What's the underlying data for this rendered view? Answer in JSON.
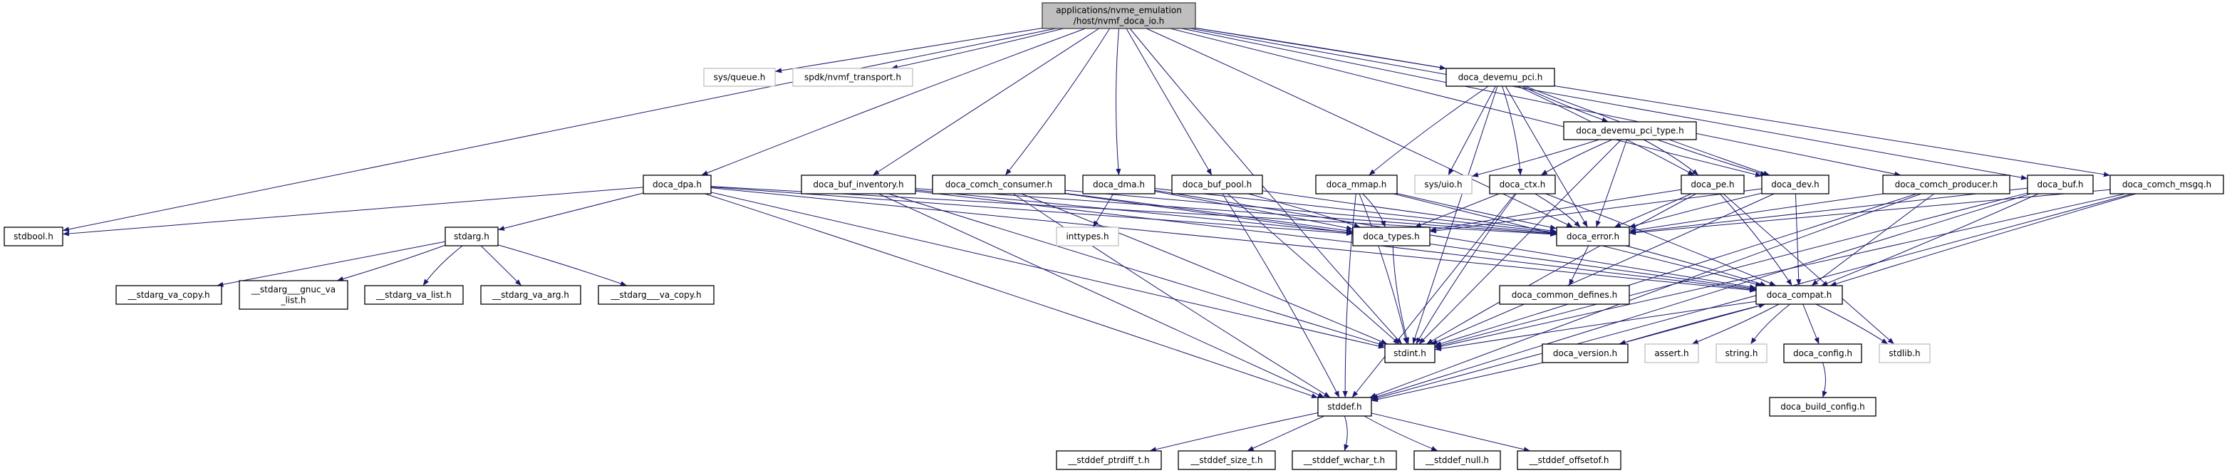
{
  "colors": {
    "edge": "#191970",
    "root_fill": "#bfbfbf",
    "missing_border": "#bfbfbf",
    "node_border": "#000000"
  },
  "nodes": [
    {
      "id": "root",
      "label": [
        "applications/nvme_emulation",
        "/host/nvmf_doca_io.h"
      ],
      "kind": "root"
    },
    {
      "id": "sys_queue",
      "label": [
        "sys/queue.h"
      ],
      "kind": "missing"
    },
    {
      "id": "spdk_nvmf_transport",
      "label": [
        "spdk/nvmf_transport.h"
      ],
      "kind": "missing"
    },
    {
      "id": "doca_devemu_pci",
      "label": [
        "doca_devemu_pci.h"
      ]
    },
    {
      "id": "doca_dpa",
      "label": [
        "doca_dpa.h"
      ]
    },
    {
      "id": "doca_buf_inventory",
      "label": [
        "doca_buf_inventory.h"
      ]
    },
    {
      "id": "doca_comch_consumer",
      "label": [
        "doca_comch_consumer.h"
      ]
    },
    {
      "id": "doca_dma",
      "label": [
        "doca_dma.h"
      ]
    },
    {
      "id": "doca_buf_pool",
      "label": [
        "doca_buf_pool.h"
      ]
    },
    {
      "id": "doca_mmap",
      "label": [
        "doca_mmap.h"
      ]
    },
    {
      "id": "sys_uio",
      "label": [
        "sys/uio.h"
      ],
      "kind": "missing"
    },
    {
      "id": "doca_devemu_pci_type",
      "label": [
        "doca_devemu_pci_type.h"
      ]
    },
    {
      "id": "doca_ctx",
      "label": [
        "doca_ctx.h"
      ]
    },
    {
      "id": "doca_pe",
      "label": [
        "doca_pe.h"
      ]
    },
    {
      "id": "doca_dev",
      "label": [
        "doca_dev.h"
      ]
    },
    {
      "id": "doca_comch_producer",
      "label": [
        "doca_comch_producer.h"
      ]
    },
    {
      "id": "doca_buf",
      "label": [
        "doca_buf.h"
      ]
    },
    {
      "id": "doca_comch_msgq",
      "label": [
        "doca_comch_msgq.h"
      ]
    },
    {
      "id": "stdbool",
      "label": [
        "stdbool.h"
      ]
    },
    {
      "id": "stdarg",
      "label": [
        "stdarg.h"
      ]
    },
    {
      "id": "inttypes",
      "label": [
        "inttypes.h"
      ],
      "kind": "missing"
    },
    {
      "id": "doca_types",
      "label": [
        "doca_types.h"
      ]
    },
    {
      "id": "doca_error",
      "label": [
        "doca_error.h"
      ]
    },
    {
      "id": "stdarg_va_copy",
      "label": [
        "__stdarg_va_copy.h"
      ]
    },
    {
      "id": "stdarg_gnuc_va_list",
      "label": [
        "__stdarg___gnuc_va",
        "_list.h"
      ]
    },
    {
      "id": "stdarg_va_list",
      "label": [
        "__stdarg_va_list.h"
      ]
    },
    {
      "id": "stdarg_va_arg",
      "label": [
        "__stdarg_va_arg.h"
      ]
    },
    {
      "id": "stdarg___va_copy",
      "label": [
        "__stdarg___va_copy.h"
      ]
    },
    {
      "id": "doca_common_defines",
      "label": [
        "doca_common_defines.h"
      ]
    },
    {
      "id": "doca_compat",
      "label": [
        "doca_compat.h"
      ]
    },
    {
      "id": "stdint",
      "label": [
        "stdint.h"
      ]
    },
    {
      "id": "doca_version",
      "label": [
        "doca_version.h"
      ]
    },
    {
      "id": "assert",
      "label": [
        "assert.h"
      ],
      "kind": "missing"
    },
    {
      "id": "string",
      "label": [
        "string.h"
      ],
      "kind": "missing"
    },
    {
      "id": "doca_config",
      "label": [
        "doca_config.h"
      ]
    },
    {
      "id": "stdlib",
      "label": [
        "stdlib.h"
      ],
      "kind": "missing"
    },
    {
      "id": "stddef",
      "label": [
        "stddef.h"
      ]
    },
    {
      "id": "doca_build_config",
      "label": [
        "doca_build_config.h"
      ]
    },
    {
      "id": "stddef_ptrdiff_t",
      "label": [
        "__stddef_ptrdiff_t.h"
      ]
    },
    {
      "id": "stddef_size_t",
      "label": [
        "__stddef_size_t.h"
      ]
    },
    {
      "id": "stddef_wchar_t",
      "label": [
        "__stddef_wchar_t.h"
      ]
    },
    {
      "id": "stddef_null",
      "label": [
        "__stddef_null.h"
      ]
    },
    {
      "id": "stddef_offsetof",
      "label": [
        "__stddef_offsetof.h"
      ]
    }
  ],
  "edges": [
    [
      "root",
      "stdbool"
    ],
    [
      "root",
      "sys_queue"
    ],
    [
      "root",
      "spdk_nvmf_transport"
    ],
    [
      "root",
      "doca_dpa"
    ],
    [
      "root",
      "doca_buf_inventory"
    ],
    [
      "root",
      "doca_comch_consumer"
    ],
    [
      "root",
      "doca_dma"
    ],
    [
      "root",
      "doca_buf_pool"
    ],
    [
      "root",
      "doca_devemu_pci"
    ],
    [
      "root",
      "stdint"
    ],
    [
      "root",
      "doca_dev"
    ],
    [
      "root",
      "doca_error"
    ],
    [
      "root",
      "doca_comch_producer"
    ],
    [
      "root",
      "doca_buf"
    ],
    [
      "root",
      "doca_comch_msgq"
    ],
    [
      "doca_dpa",
      "stdbool"
    ],
    [
      "doca_dpa",
      "stdarg"
    ],
    [
      "doca_dpa",
      "stddef"
    ],
    [
      "doca_dpa",
      "stdint"
    ],
    [
      "doca_dpa",
      "doca_types"
    ],
    [
      "doca_dpa",
      "doca_error"
    ],
    [
      "doca_dpa",
      "doca_compat"
    ],
    [
      "stdarg",
      "stdarg_va_copy"
    ],
    [
      "stdarg",
      "stdarg_gnuc_va_list"
    ],
    [
      "stdarg",
      "stdarg_va_list"
    ],
    [
      "stdarg",
      "stdarg_va_arg"
    ],
    [
      "stdarg",
      "stdarg___va_copy"
    ],
    [
      "doca_buf_inventory",
      "doca_types"
    ],
    [
      "doca_buf_inventory",
      "doca_error"
    ],
    [
      "doca_buf_inventory",
      "doca_compat"
    ],
    [
      "doca_buf_inventory",
      "stdint"
    ],
    [
      "doca_buf_inventory",
      "stddef"
    ],
    [
      "doca_comch_consumer",
      "doca_types"
    ],
    [
      "doca_comch_consumer",
      "doca_error"
    ],
    [
      "doca_comch_consumer",
      "doca_compat"
    ],
    [
      "doca_comch_consumer",
      "stdint"
    ],
    [
      "doca_comch_consumer",
      "stddef"
    ],
    [
      "doca_dma",
      "inttypes"
    ],
    [
      "doca_dma",
      "doca_types"
    ],
    [
      "doca_dma",
      "doca_error"
    ],
    [
      "doca_dma",
      "doca_compat"
    ],
    [
      "doca_buf_pool",
      "doca_types"
    ],
    [
      "doca_buf_pool",
      "doca_error"
    ],
    [
      "doca_buf_pool",
      "stdint"
    ],
    [
      "doca_buf_pool",
      "stddef"
    ],
    [
      "doca_devemu_pci",
      "doca_mmap"
    ],
    [
      "doca_devemu_pci",
      "sys_uio"
    ],
    [
      "doca_devemu_pci",
      "doca_ctx"
    ],
    [
      "doca_devemu_pci",
      "doca_devemu_pci_type"
    ],
    [
      "doca_devemu_pci",
      "doca_error"
    ],
    [
      "doca_devemu_pci",
      "doca_pe"
    ],
    [
      "doca_devemu_pci",
      "doca_dev"
    ],
    [
      "doca_devemu_pci",
      "stdint"
    ],
    [
      "doca_devemu_pci_type",
      "sys_uio"
    ],
    [
      "doca_devemu_pci_type",
      "doca_ctx"
    ],
    [
      "doca_devemu_pci_type",
      "doca_error"
    ],
    [
      "doca_devemu_pci_type",
      "doca_pe"
    ],
    [
      "doca_devemu_pci_type",
      "doca_dev"
    ],
    [
      "doca_devemu_pci_type",
      "stdint"
    ],
    [
      "doca_mmap",
      "doca_types"
    ],
    [
      "doca_mmap",
      "doca_error"
    ],
    [
      "doca_mmap",
      "doca_compat"
    ],
    [
      "doca_mmap",
      "stdint"
    ],
    [
      "doca_mmap",
      "stddef"
    ],
    [
      "doca_ctx",
      "doca_types"
    ],
    [
      "doca_ctx",
      "doca_error"
    ],
    [
      "doca_ctx",
      "stdint"
    ],
    [
      "doca_ctx",
      "stddef"
    ],
    [
      "doca_ctx",
      "doca_compat"
    ],
    [
      "doca_pe",
      "doca_types"
    ],
    [
      "doca_pe",
      "doca_error"
    ],
    [
      "doca_pe",
      "doca_compat"
    ],
    [
      "doca_pe",
      "stdint"
    ],
    [
      "doca_pe",
      "stdlib"
    ],
    [
      "doca_dev",
      "doca_types"
    ],
    [
      "doca_dev",
      "doca_error"
    ],
    [
      "doca_dev",
      "doca_compat"
    ],
    [
      "doca_dev",
      "stdint"
    ],
    [
      "doca_comch_producer",
      "doca_error"
    ],
    [
      "doca_comch_producer",
      "doca_compat"
    ],
    [
      "doca_comch_producer",
      "stdint"
    ],
    [
      "doca_comch_producer",
      "stddef"
    ],
    [
      "doca_buf",
      "doca_error"
    ],
    [
      "doca_buf",
      "doca_compat"
    ],
    [
      "doca_buf",
      "stdint"
    ],
    [
      "doca_buf",
      "stddef"
    ],
    [
      "doca_comch_msgq",
      "doca_error"
    ],
    [
      "doca_comch_msgq",
      "doca_compat"
    ],
    [
      "doca_comch_msgq",
      "stdint"
    ],
    [
      "doca_comch_msgq",
      "stddef"
    ],
    [
      "doca_types",
      "stdint"
    ],
    [
      "doca_error",
      "doca_common_defines"
    ],
    [
      "doca_error",
      "doca_compat"
    ],
    [
      "doca_compat",
      "stdint"
    ],
    [
      "doca_compat",
      "doca_version"
    ],
    [
      "doca_compat",
      "assert"
    ],
    [
      "doca_compat",
      "string"
    ],
    [
      "doca_compat",
      "doca_config"
    ],
    [
      "doca_compat",
      "stdlib"
    ],
    [
      "doca_version",
      "doca_compat"
    ],
    [
      "doca_version",
      "stddef"
    ],
    [
      "doca_config",
      "doca_build_config"
    ],
    [
      "stddef",
      "stddef_ptrdiff_t"
    ],
    [
      "stddef",
      "stddef_size_t"
    ],
    [
      "stddef",
      "stddef_wchar_t"
    ],
    [
      "stddef",
      "stddef_null"
    ],
    [
      "stddef",
      "stddef_offsetof"
    ]
  ]
}
